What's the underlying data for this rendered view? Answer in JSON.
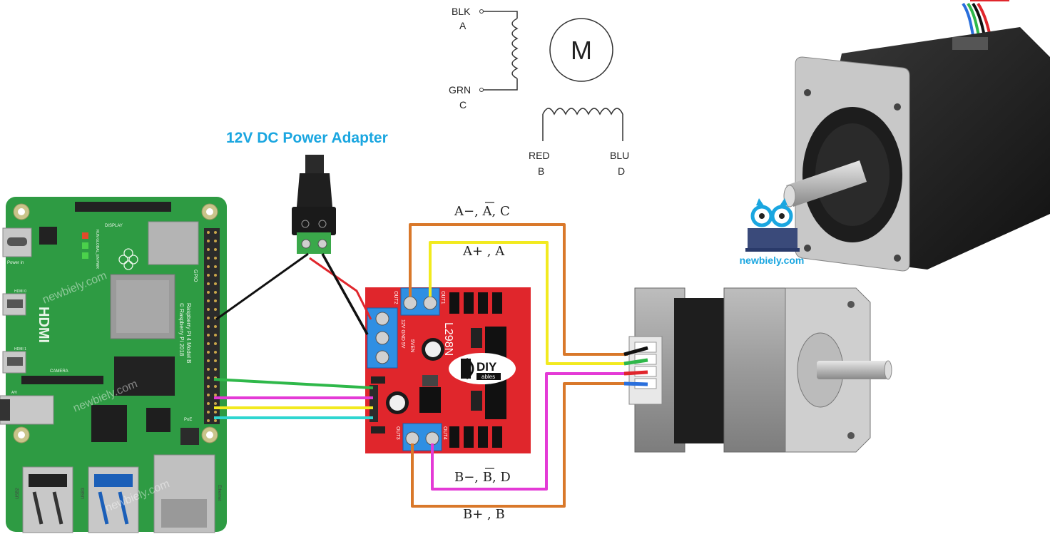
{
  "title": "12V DC Power Adapter",
  "watermark": "newbiely.com",
  "logo_text": "newbiely.com",
  "coil_a": {
    "top_color": "BLK",
    "top_letter": "A",
    "bottom_color": "GRN",
    "bottom_letter": "C"
  },
  "coil_b": {
    "left_color": "RED",
    "left_letter": "B",
    "right_color": "BLU",
    "right_letter": "D"
  },
  "motor_symbol": "M",
  "wire_labels": {
    "a_minus": "A−, A, C",
    "a_plus": "A+ , A",
    "b_minus": "B−, B, D",
    "b_plus": "B+ , B"
  },
  "pi": {
    "hdmi": "HDMI",
    "display": "DISPLAY",
    "camera": "CAMERA",
    "gpio": "GPIO",
    "model": "Raspberry Pi 4 Model B",
    "copyright": "© Raspberry Pi 2018",
    "power_in": "Power in",
    "av": "A/V",
    "poe": "PoE",
    "hdmi0": "HDMI 0",
    "hdmi1": "HDMI 1",
    "usb2": "USB2",
    "usb3": "USB3",
    "ethernet": "Ethernet",
    "led_labels": "RUN GLOBAL_EN PWR"
  },
  "driver": {
    "chip": "L298N",
    "out1": "OUT1",
    "out2": "OUT2",
    "out3": "OUT3",
    "out4": "OUT4",
    "power_pins": "12V GND 5V",
    "enable": "5VEN",
    "logo_top": "DIY",
    "logo_bottom": "ables"
  },
  "colors": {
    "pi_green": "#2e9b43",
    "driver_red": "#e0262c",
    "terminal_blue": "#2f8fe3",
    "title_blue": "#1aa6e0",
    "wire_orange": "#d9782a",
    "wire_yellow": "#f2ea1f",
    "wire_magenta": "#e43ad6",
    "wire_green": "#2fb84a",
    "wire_cyan": "#2fd6d0"
  }
}
